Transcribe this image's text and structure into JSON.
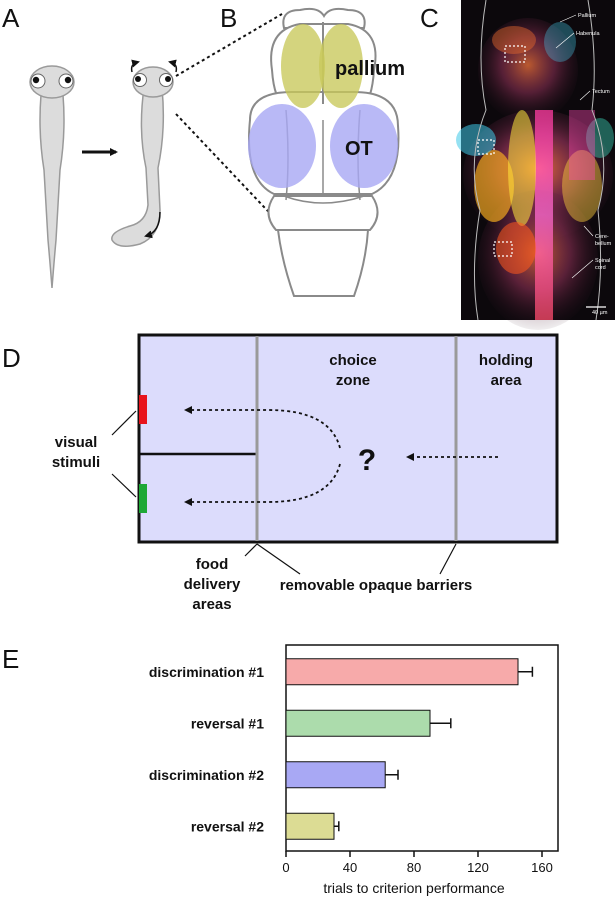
{
  "panels": {
    "a": {
      "letter": "A"
    },
    "b": {
      "letter": "B",
      "region1": "pallium",
      "region2": "OT"
    },
    "c": {
      "letter": "C",
      "labels": {
        "pallium": "Pallium",
        "habenula": "Habenula",
        "tectum": "Tectum",
        "cerebellum_1": "Cere-",
        "cerebellum_2": "bellum",
        "spinal_1": "Spinal",
        "spinal_2": "cord",
        "scale": "40 µm"
      }
    },
    "d": {
      "letter": "D",
      "choice_1": "choice",
      "choice_2": "zone",
      "holding_1": "holding",
      "holding_2": "area",
      "visual_1": "visual",
      "visual_2": "stimuli",
      "question": "?",
      "food_1": "food",
      "food_2": "delivery",
      "food_3": "areas",
      "barriers": "removable opaque barriers",
      "colors": {
        "arena": "#dcdcfc",
        "red_stim": "#e8141c",
        "green_stim": "#1ea836",
        "barrier": "#9a9a9a"
      }
    },
    "e": {
      "letter": "E"
    }
  },
  "chart_data": {
    "type": "bar",
    "orientation": "horizontal",
    "categories": [
      "discrimination #1",
      "reversal #1",
      "discrimination #2",
      "reversal #2"
    ],
    "values": [
      145,
      90,
      62,
      30
    ],
    "errors": [
      9,
      13,
      8,
      3
    ],
    "colors": [
      "#f7aaaa",
      "#acdcac",
      "#a8a8f4",
      "#dcdc94"
    ],
    "xlabel": "trials to criterion performance",
    "xlim": [
      0,
      170
    ],
    "xticks": [
      0,
      40,
      80,
      120,
      160
    ],
    "grid": false
  }
}
